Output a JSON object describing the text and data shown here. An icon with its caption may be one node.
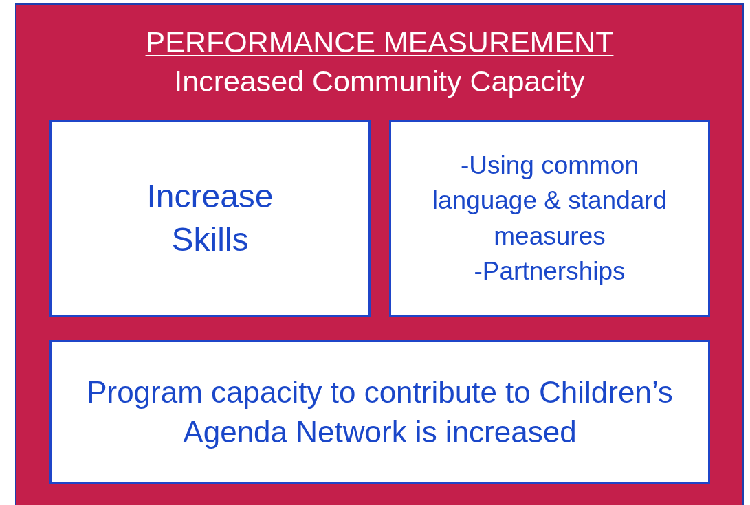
{
  "diagram": {
    "nodes": [
      {
        "text": [
          "PERFORMANCE MEASUREMENT",
          "Increased Community Capacity"
        ]
      },
      {
        "text": [
          "Increase Skills"
        ],
        "in": 0
      },
      {
        "text": [
          "-Using common language & standard measures",
          "-Partnerships"
        ],
        "in": 0
      },
      {
        "text": [
          "Program capacity to contribute to Children’s Agenda Network is increased"
        ],
        "in": 0
      }
    ],
    "edges": []
  }
}
